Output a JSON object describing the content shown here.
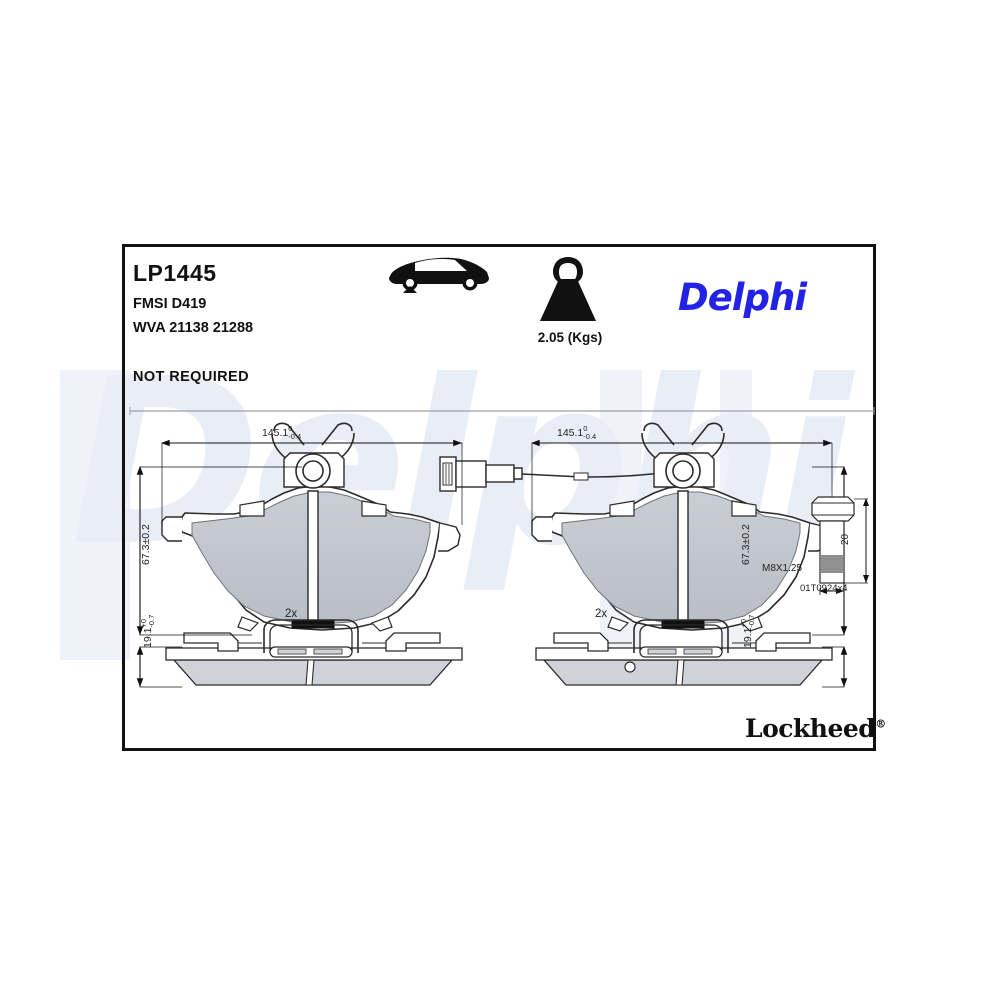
{
  "product": {
    "code": "LP1445",
    "fmsi": "FMSI D419",
    "wva": "WVA 21138 21288",
    "note": "NOT REQUIRED"
  },
  "icons": {
    "car": "car-side-icon",
    "weight": "weight-kettlebell-icon",
    "weight_label": "2.05 (Kgs)"
  },
  "brands": {
    "primary": "Delphi",
    "primary_color": "#2323e6",
    "secondary": "Lockheed",
    "secondary_mark": "®",
    "watermark": "Delphi"
  },
  "dimensions": {
    "width_left": "145.1",
    "width_left_tol_top": "0",
    "width_left_tol_bot": "-0.4",
    "width_right": "145.1",
    "width_right_tol_top": "0",
    "width_right_tol_bot": "-0.4",
    "height_left": "67.3±0.2",
    "height_right": "67.3±0.2",
    "thickness_left": "19.1",
    "thickness_left_tol_top": "+0",
    "thickness_left_tol_bot": "-0.7",
    "thickness_right": "19.1",
    "thickness_right_tol_top": "+0",
    "thickness_right_tol_bot": "-0.7",
    "qty_left": "2x",
    "qty_right": "2x"
  },
  "bolt_detail": {
    "thread": "M8X1.25",
    "length": "20",
    "part_code": "01T0924x4"
  }
}
